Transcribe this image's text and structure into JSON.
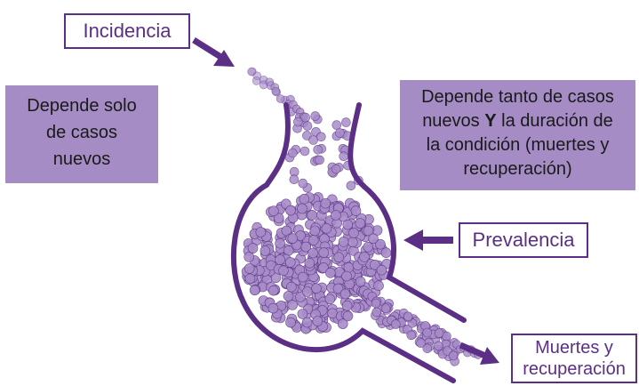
{
  "labels": {
    "incidence": "Incidencia",
    "prevalence": "Prevalencia",
    "outflow_line1": "Muertes y",
    "outflow_line2": "recuperación"
  },
  "notes": {
    "incidence_note_line1": "Depende solo",
    "incidence_note_line2": "de casos",
    "incidence_note_line3": "nuevos",
    "prevalence_note_line1": "Depende tanto de casos",
    "prevalence_note_line2_a": "nuevos ",
    "prevalence_note_line2_bold": "Y",
    "prevalence_note_line2_b": " la duración de",
    "prevalence_note_line3": "la condición (muertes y",
    "prevalence_note_line4": "recuperación)"
  },
  "colors": {
    "outline": "#5b2f86",
    "note_fill": "#a58cc4",
    "particle": "#a88cc9",
    "particle_stroke": "#5e3a86"
  }
}
